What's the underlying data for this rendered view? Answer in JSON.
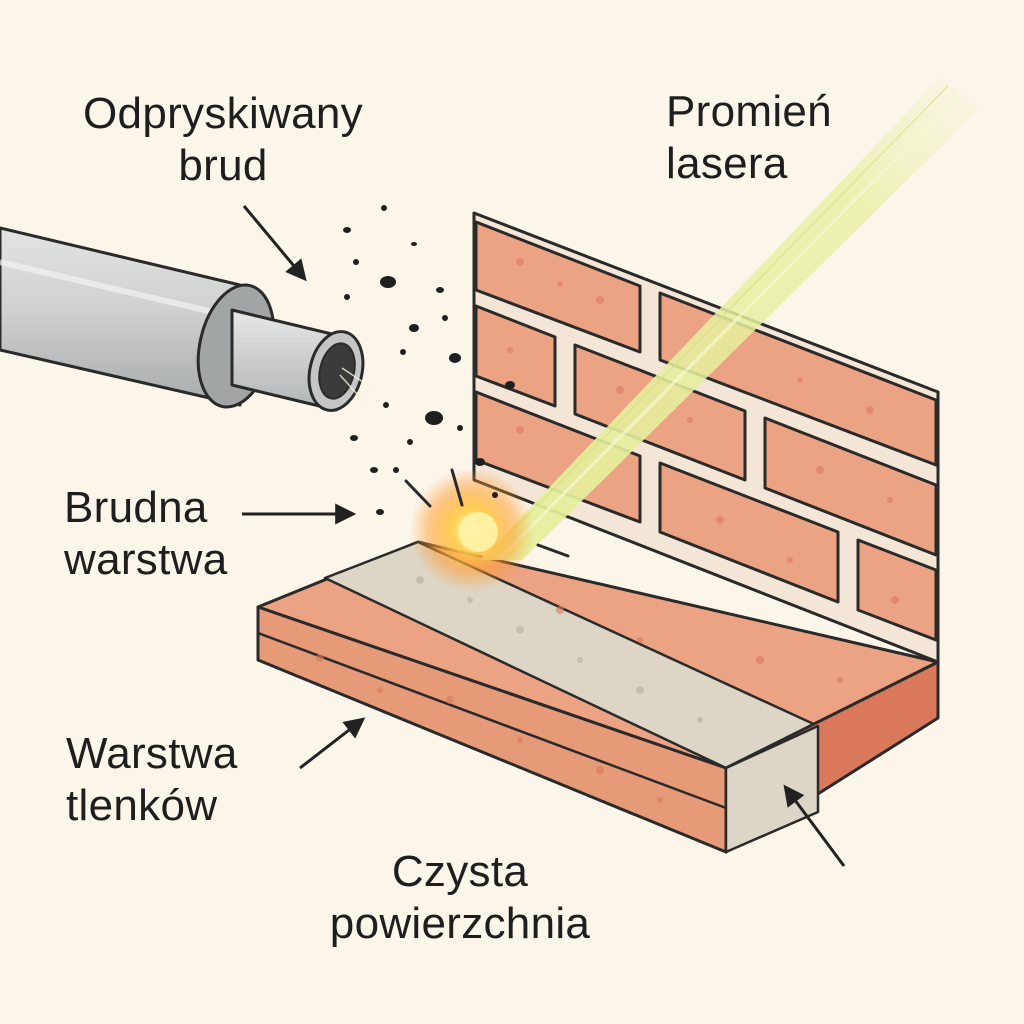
{
  "labels": {
    "spalled_dirt": {
      "line1": "Odpryskiwany",
      "line2": "brud"
    },
    "laser_beam": {
      "line1": "Promień",
      "line2": "lasera"
    },
    "dirty_layer": {
      "line1": "Brudna",
      "line2": "warstwa"
    },
    "oxide_layer": {
      "line1": "Warstwa",
      "line2": "tlenków"
    },
    "clean_surface": {
      "line1": "Czysta",
      "line2": "powierzchnia"
    }
  },
  "colors": {
    "background": "#fbf5ea",
    "brick": "#eca383",
    "brick_dark": "#d9785a",
    "mortar": "#f4e6d6",
    "clean_strip": "#ddd6c6",
    "laser": "#e4ef9a",
    "glow": "#ffb23a",
    "outline": "#2a2a2a",
    "nozzle": "#c9cbcb"
  },
  "icons": [
    "laser-nozzle-icon",
    "debris-particles",
    "laser-beam",
    "glow-spot",
    "brick-wall",
    "brick-ledge"
  ]
}
